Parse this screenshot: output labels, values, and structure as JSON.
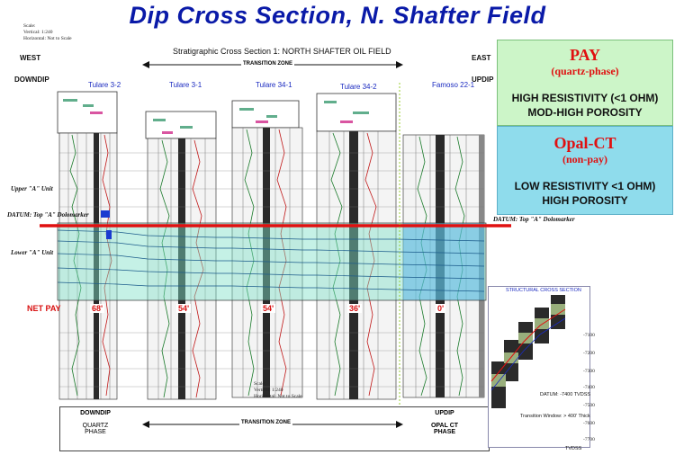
{
  "title": "Dip Cross Section, N. Shafter Field",
  "scale_note": {
    "scale": "Scale:",
    "vertical": "Vertical: 1:240",
    "horizontal": "Horizontal: Not to Scale"
  },
  "section_title": "Stratigraphic Cross Section 1: NORTH SHAFTER OIL FIELD",
  "west": "WEST",
  "east": "EAST",
  "downdip": "DOWNDIP",
  "updip": "UPDIP",
  "transition_zone": "TRANSITION ZONE",
  "wells": [
    {
      "name": "Tulare 3-2",
      "net_pay": "68'"
    },
    {
      "name": "Tulare 3-1",
      "net_pay": "54'"
    },
    {
      "name": "Tulare 34-1",
      "net_pay": "54'"
    },
    {
      "name": "Tulare 34-2",
      "net_pay": "36'"
    },
    {
      "name": "Famoso 22-1",
      "net_pay": "0'"
    }
  ],
  "units": {
    "upper": "Upper \"A\" Unit",
    "lower": "Lower \"A\" Unit"
  },
  "datum_left": "DATUM:  Top \"A\" Dolomarker",
  "datum_right": "DATUM:  Top \"A\" Dolomarker",
  "net_pay_label": "NET PAY",
  "pay_box": {
    "title": "PAY",
    "subtitle": "(quartz-phase)",
    "line1": "HIGH RESISTIVITY (<1 OHM)",
    "line2": "MOD-HIGH POROSITY"
  },
  "opal_box": {
    "title": "Opal-CT",
    "subtitle": "(non-pay)",
    "line1": "LOW RESISTIVITY <1 OHM)",
    "line2": "HIGH POROSITY"
  },
  "bottom": {
    "left_top": "DOWNDIP",
    "left_mid": "QUARTZ",
    "left_bot": "PHASE",
    "transition": "TRANSITION ZONE",
    "right_top": "UPDIP",
    "right_mid": "OPAL CT",
    "right_bot": "PHASE"
  },
  "bottom_scale": {
    "scale": "Scale:",
    "vertical": "Vertical: 1:240",
    "horizontal": "Horizontal: Not to Scale"
  },
  "structural": {
    "title": "STRUCTURAL CROSS SECTION",
    "datum": "DATUM: -7400 TVDSS",
    "window": "Transition Window: > 400' Thick",
    "tvdss": "TVDSS",
    "depths": [
      "-7100",
      "-7200",
      "-7300",
      "-7400",
      "-7500",
      "-7600",
      "-7700"
    ]
  },
  "colors": {
    "title": "#0a1aa8",
    "datum_line": "#e01010",
    "pay_band": "#7fe0c8",
    "pay_box": "#ccf5c8",
    "opal_box": "#8fdcec"
  }
}
